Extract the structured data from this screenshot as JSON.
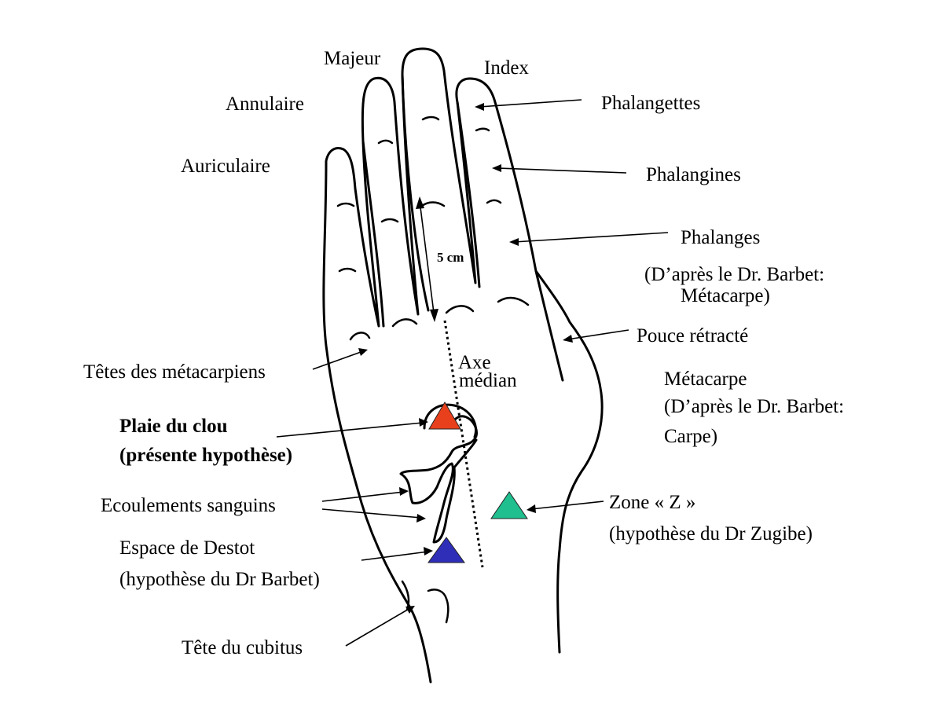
{
  "labels": {
    "majeur": "Majeur",
    "index": "Index",
    "annulaire": "Annulaire",
    "auriculaire": "Auriculaire",
    "phalangettes": "Phalangettes",
    "phalangines": "Phalangines",
    "phalanges": "Phalanges",
    "phalanges_note_1": "(D’après le Dr. Barbet:",
    "phalanges_note_2": "Métacarpe)",
    "pouce": "Pouce rétracté",
    "metacarpe": "Métacarpe",
    "metacarpe_note_1": "(D’après le Dr. Barbet:",
    "metacarpe_note_2": "Carpe)",
    "tetes_metacarpiens": "Têtes des métacarpiens",
    "axe": "Axe",
    "median": "médian",
    "distance": "5 cm",
    "plaie_1": "Plaie du clou",
    "plaie_2": "(présente hypothèse)",
    "ecoulements": "Ecoulements sanguins",
    "espace_1": "Espace de Destot",
    "espace_2": "(hypothèse du Dr Barbet)",
    "zone_1": "Zone « Z »",
    "zone_2": "(hypothèse du Dr Zugibe)",
    "cubitus": "Tête du cubitus"
  },
  "colors": {
    "plaie_marker": "#e8401c",
    "zone_marker": "#1fbf8f",
    "destot_marker": "#2e2eb8"
  }
}
